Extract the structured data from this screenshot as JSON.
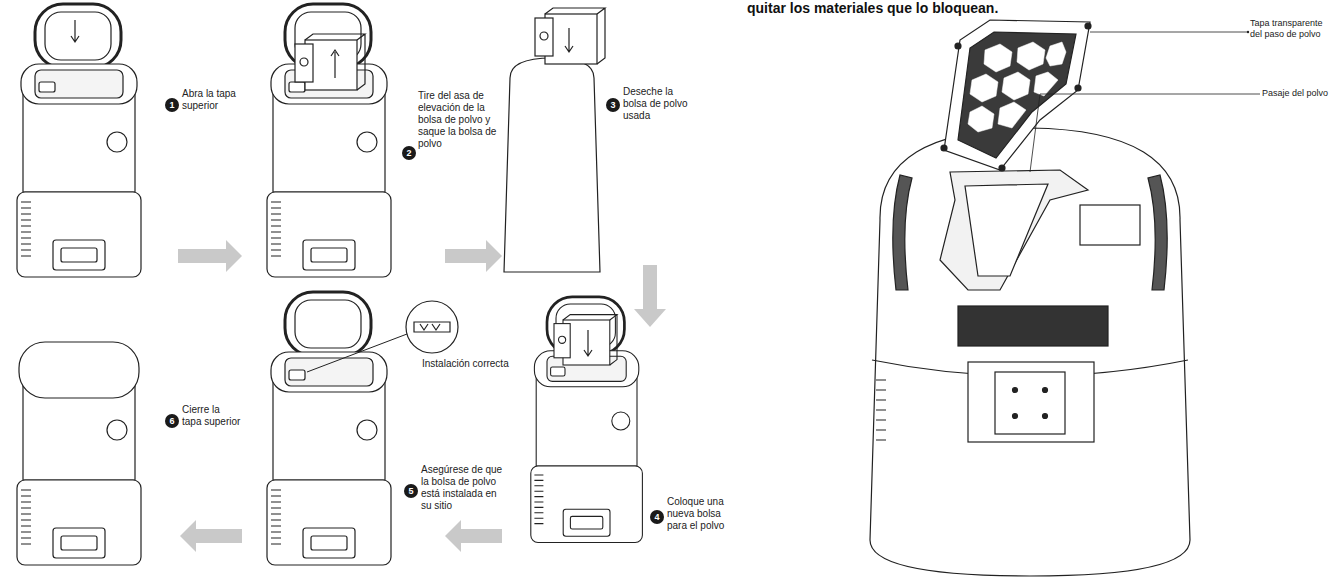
{
  "diagram": {
    "labels": [
      "quitar los materiales que lo bloquean.",
      "1",
      "Abra la tapa superior",
      "2",
      "Tire del asa de elevación de la bolsa de polvo y saque la bolsa de polvo",
      "3",
      "Deseche la bolsa de polvo usada",
      "Instalación correcta",
      "6",
      "Cierre la tapa superior",
      "5",
      "Asegúrese de que la bolsa de polvo está instalada en su sitio",
      "4",
      "Coloque una nueva bolsa para el polvo",
      "Tapa transparente del paso de polvo",
      "Pasaje del polvo"
    ]
  }
}
